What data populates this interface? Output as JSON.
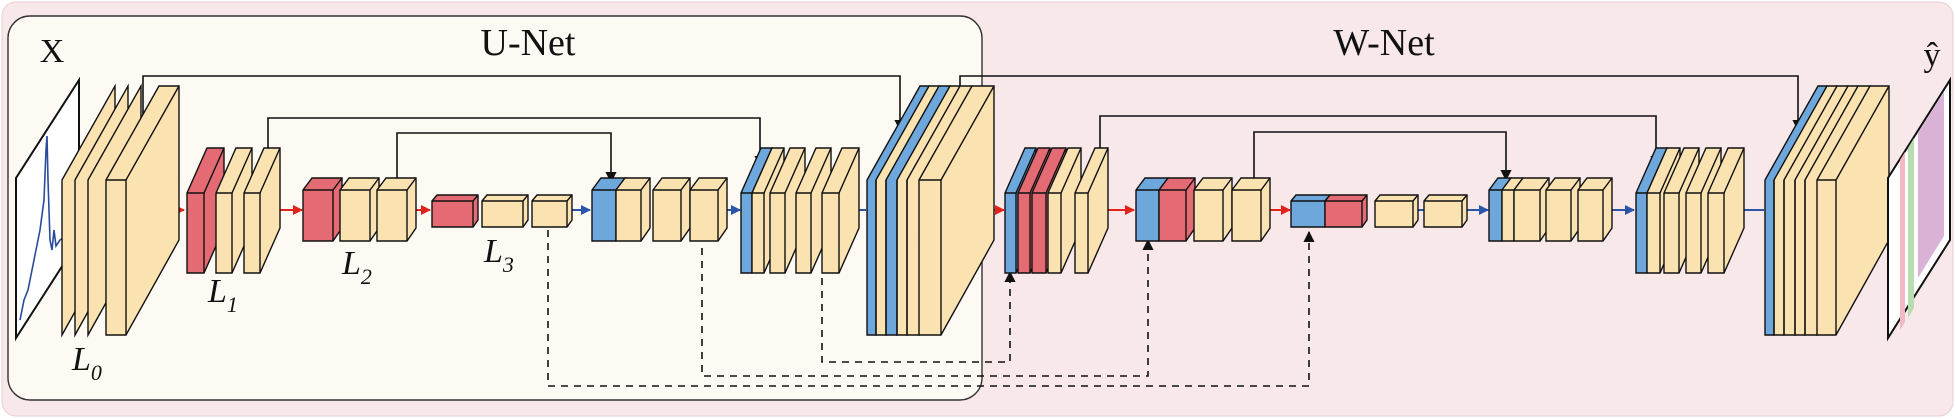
{
  "titles": {
    "unet": "U-Net",
    "wnet": "W-Net"
  },
  "io": {
    "input": "X",
    "output": "ŷ"
  },
  "levels": {
    "l0": {
      "base": "L",
      "sub": "0"
    },
    "l1": {
      "base": "L",
      "sub": "1"
    },
    "l2": {
      "base": "L",
      "sub": "2"
    },
    "l3": {
      "base": "L",
      "sub": "3"
    }
  },
  "colors": {
    "wnet_bg": "#f8e8ea",
    "unet_bg": "#fcfaf3",
    "block": "#fbe3b1",
    "block_side": "#f7d79a",
    "encoder_red": "#e46b73",
    "decoder_blue": "#6da7dc",
    "arrow_red": "#e2231a",
    "arrow_blue": "#2a55a8",
    "line": "#111111"
  }
}
